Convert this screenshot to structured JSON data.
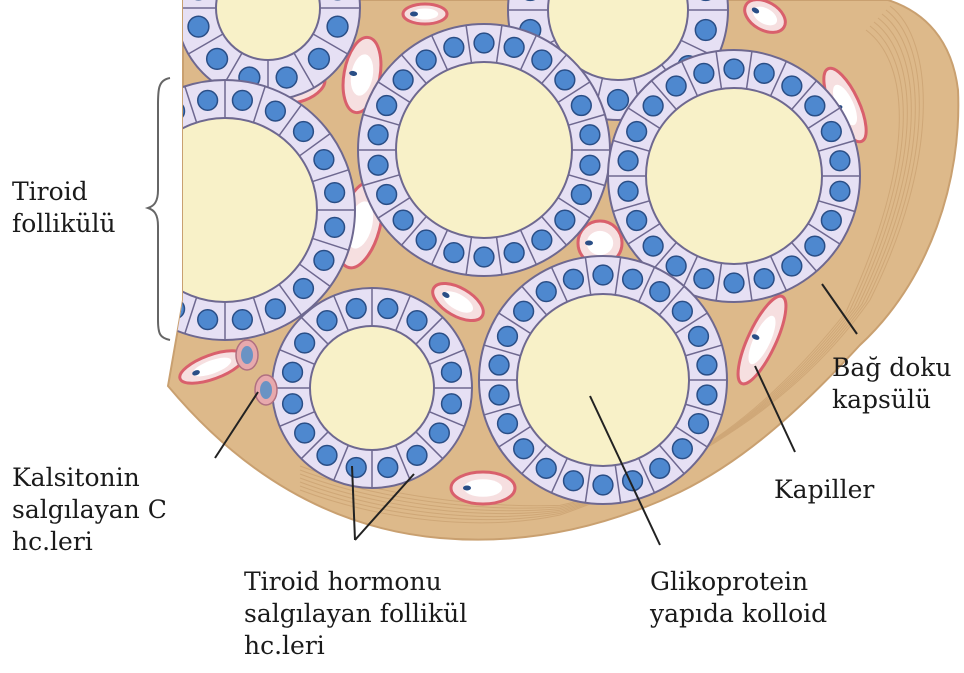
{
  "colors": {
    "capsule": "#DDB98A",
    "capsule_line": "#C9A070",
    "colloid": "#F8F1C8",
    "cell": "#E6E0F4",
    "cell_edge": "#6E6890",
    "nucleus": "#4E88CF",
    "nucleus_edge": "#2A4E86",
    "capillary": "#D9606C",
    "leader": "#222222"
  },
  "labels": {
    "thyroid_follicle": [
      "Tiroid",
      "follikülü"
    ],
    "c_cells": [
      "Kalsitonin",
      "salgılayan C",
      "hc.leri"
    ],
    "follicle_cells": [
      "Tiroid hormonu",
      "salgılayan follikül",
      "hc.leri"
    ],
    "colloid": [
      "Glikoprotein",
      "yapıda kolloid"
    ],
    "capillary": [
      "Kapiller"
    ],
    "capsule": [
      "Bağ doku",
      "kapsülü"
    ]
  }
}
